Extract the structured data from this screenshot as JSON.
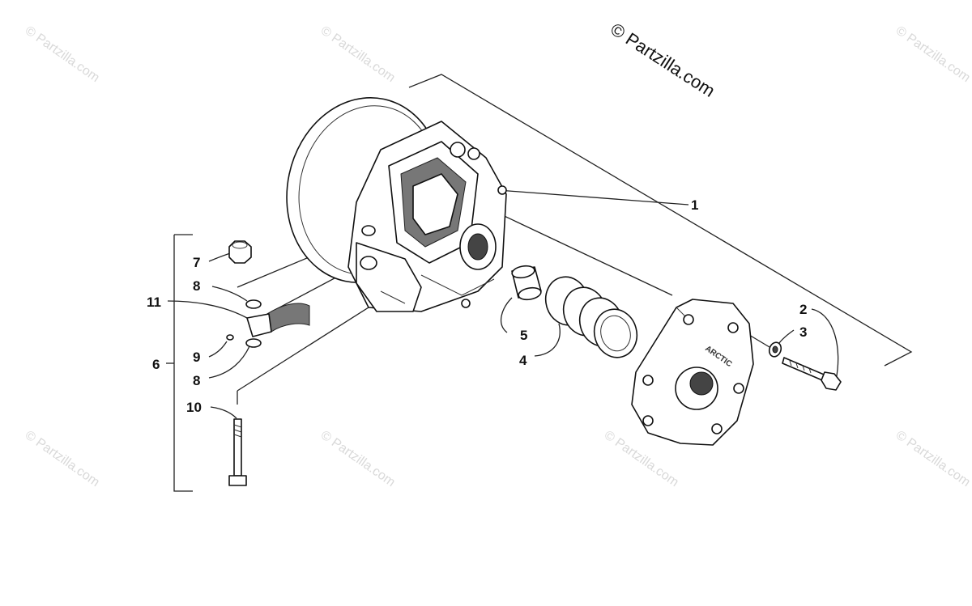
{
  "copyright": "© Partzilla.com",
  "watermark": "© Partzilla.com",
  "callouts": {
    "c1": "1",
    "c2": "2",
    "c3": "3",
    "c4": "4",
    "c5": "5",
    "c6": "6",
    "c7": "7",
    "c8a": "8",
    "c8b": "8",
    "c9": "9",
    "c10": "10",
    "c11": "11"
  },
  "cover_logo": "ARCTIC"
}
